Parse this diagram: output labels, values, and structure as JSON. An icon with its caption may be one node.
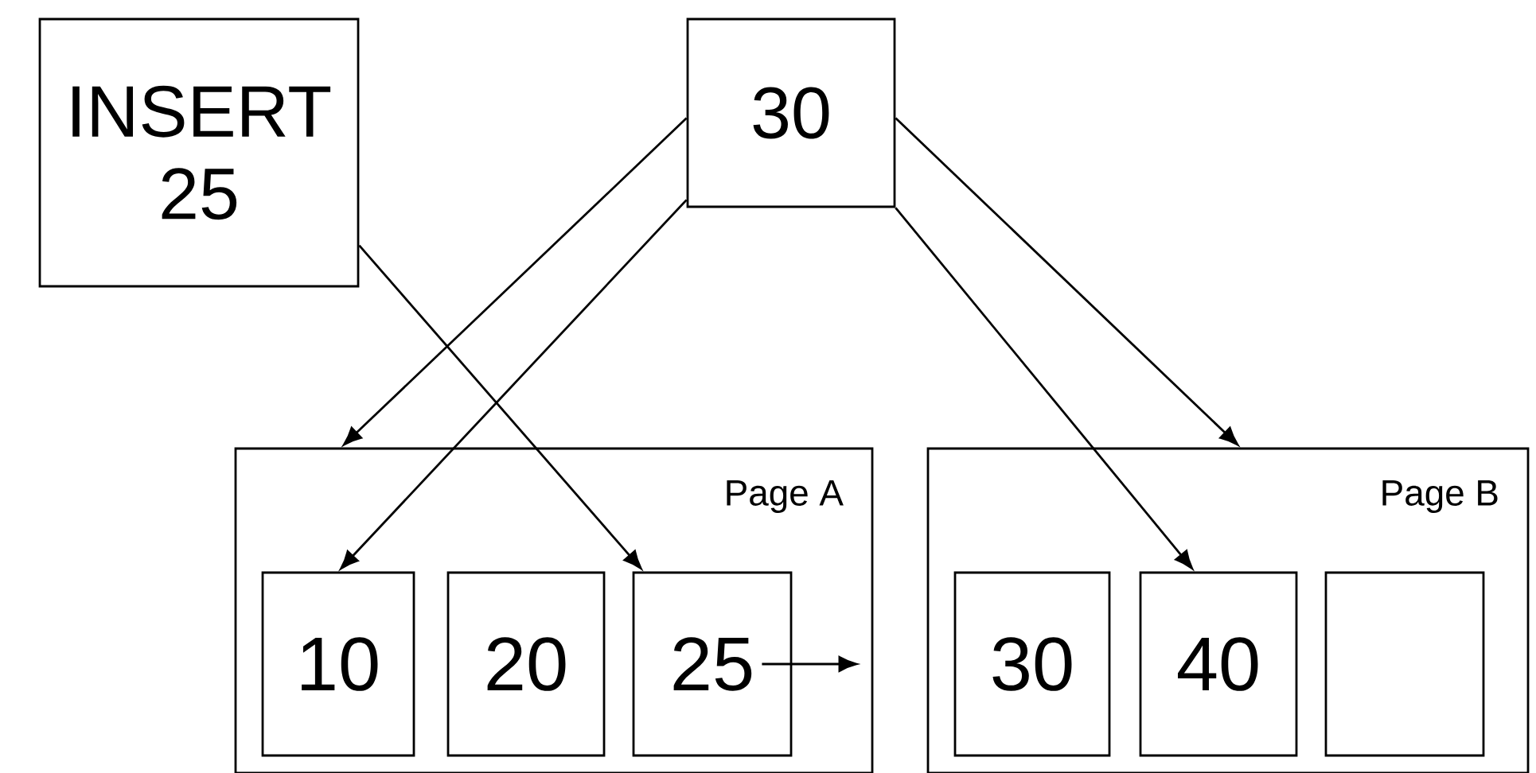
{
  "diagram": {
    "nodes": [
      {
        "text": [
          "INSERT 25"
        ]
      },
      {
        "text": [
          "30"
        ]
      },
      {
        "text": [
          "Page A"
        ]
      },
      {
        "text": [
          "10"
        ],
        "in": 2
      },
      {
        "text": [
          "20"
        ],
        "in": 2
      },
      {
        "text": [
          "25"
        ],
        "in": 2
      },
      {
        "text": [
          "Page B"
        ]
      },
      {
        "text": [
          "30"
        ],
        "in": 6
      },
      {
        "text": [
          "40"
        ],
        "in": 6
      },
      {
        "text": [],
        "shape": "box",
        "in": 6
      }
    ],
    "edges": [
      {
        "from": 0,
        "to": 5,
        "arrow": "to"
      },
      {
        "from": 1,
        "to": 2,
        "arrow": "to"
      },
      {
        "from": 1,
        "to": 3,
        "arrow": "to"
      },
      {
        "from": 1,
        "to": 8,
        "arrow": "to"
      },
      {
        "from": 1,
        "to": 6,
        "arrow": "to"
      },
      {
        "from": 5,
        "to": null,
        "arrow": "to"
      }
    ]
  }
}
